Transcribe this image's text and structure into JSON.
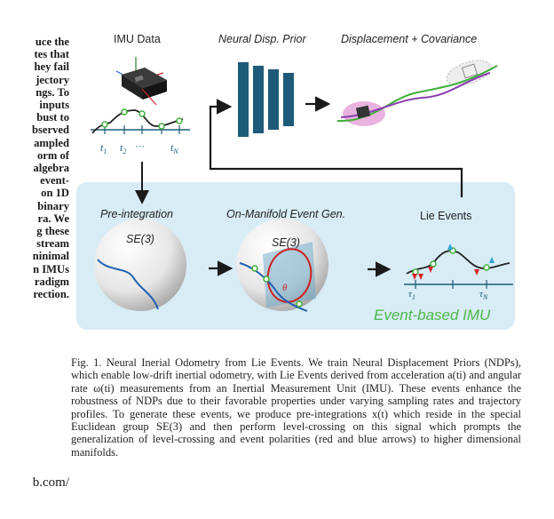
{
  "left_column": {
    "lines": [
      "uce the",
      "tes that",
      "hey fail",
      "jectory",
      "ngs. To",
      "inputs",
      "bust to",
      "bserved",
      "ampled",
      "orm of",
      "algebra",
      "event-",
      "on 1D",
      "binary",
      "ra. We",
      "g these",
      "stream",
      "ninimal",
      "n IMUs",
      "radigm",
      "rection."
    ],
    "url_fragment": "b.com/"
  },
  "figure": {
    "imu_data_label": "IMU Data",
    "prior_label": "Neural Disp. Prior",
    "output_label": "Displacement + Covariance",
    "preintegration_label": "Pre-integration",
    "event_gen_label": "On-Manifold Event Gen.",
    "lie_events_label": "Lie Events",
    "se3_label": "SE(3)",
    "se3_label_2": "SE(3)",
    "theta_label": "θ",
    "t1": "t",
    "t1_sub": "1",
    "t2": "t",
    "t2_sub": "2",
    "tdots": "···",
    "tN": "t",
    "tN_sub": "N",
    "tau1": "τ",
    "tau1_sub": "1",
    "tauN": "τ",
    "tauN_sub": "N",
    "event_imu_label": "Event-based IMU",
    "colors": {
      "panel": "#d8ecf6",
      "prior_bars": "#1e5b78",
      "event_imu": "#4cb84a",
      "trajectory_green": "#3fae3a",
      "trajectory_purple": "#8a3fb0",
      "event_red": "#d6262b",
      "event_blue": "#2aa3d6"
    }
  },
  "caption": {
    "text": "Fig. 1.   Neural Inerial Odometry from Lie Events. We train Neural Displacement Priors (NDPs), which enable low-drift inertial odometry, with Lie Events derived from acceleration a(ti) and angular rate ω(ti) measurements from an Inertial Measurement Unit (IMU). These events enhance the robustness of NDPs due to their favorable properties under varying sampling rates and trajectory profiles. To generate these events, we produce pre-integrations x(t) which reside in the special Euclidean group SE(3) and then perform level-crossing on this signal which prompts the generalization of level-crossing and event polarities (red and blue arrows) to higher dimensional manifolds."
  }
}
